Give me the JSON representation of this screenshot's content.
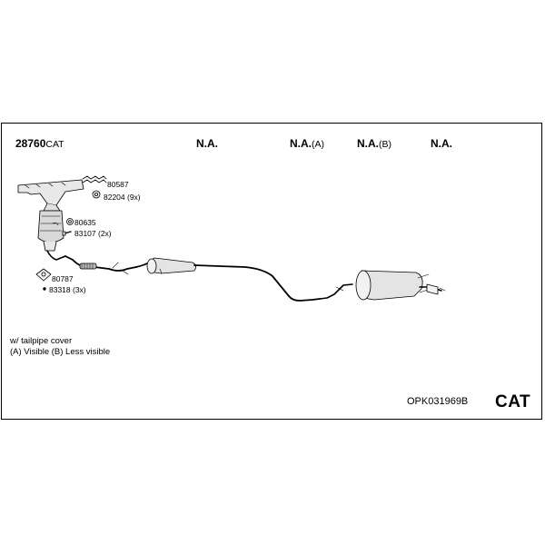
{
  "header": {
    "main_part_number": "28760",
    "main_part_suffix": "CAT",
    "col2": "N.A.",
    "col3_main": "N.A.",
    "col3_suffix": "(A)",
    "col4_main": "N.A.",
    "col4_suffix": "(B)",
    "col5": "N.A."
  },
  "parts": {
    "p1": "80587",
    "p2": "82204 (9x)",
    "p3": "80635",
    "p4": "83107 (2x)",
    "p5": "80787",
    "p6": "83318 (3x)"
  },
  "notes": {
    "line1": "w/ tailpipe cover",
    "line2": "(A) Visible (B) Less visible"
  },
  "footer": {
    "kit_code": "OPK031969B",
    "category": "CAT"
  }
}
